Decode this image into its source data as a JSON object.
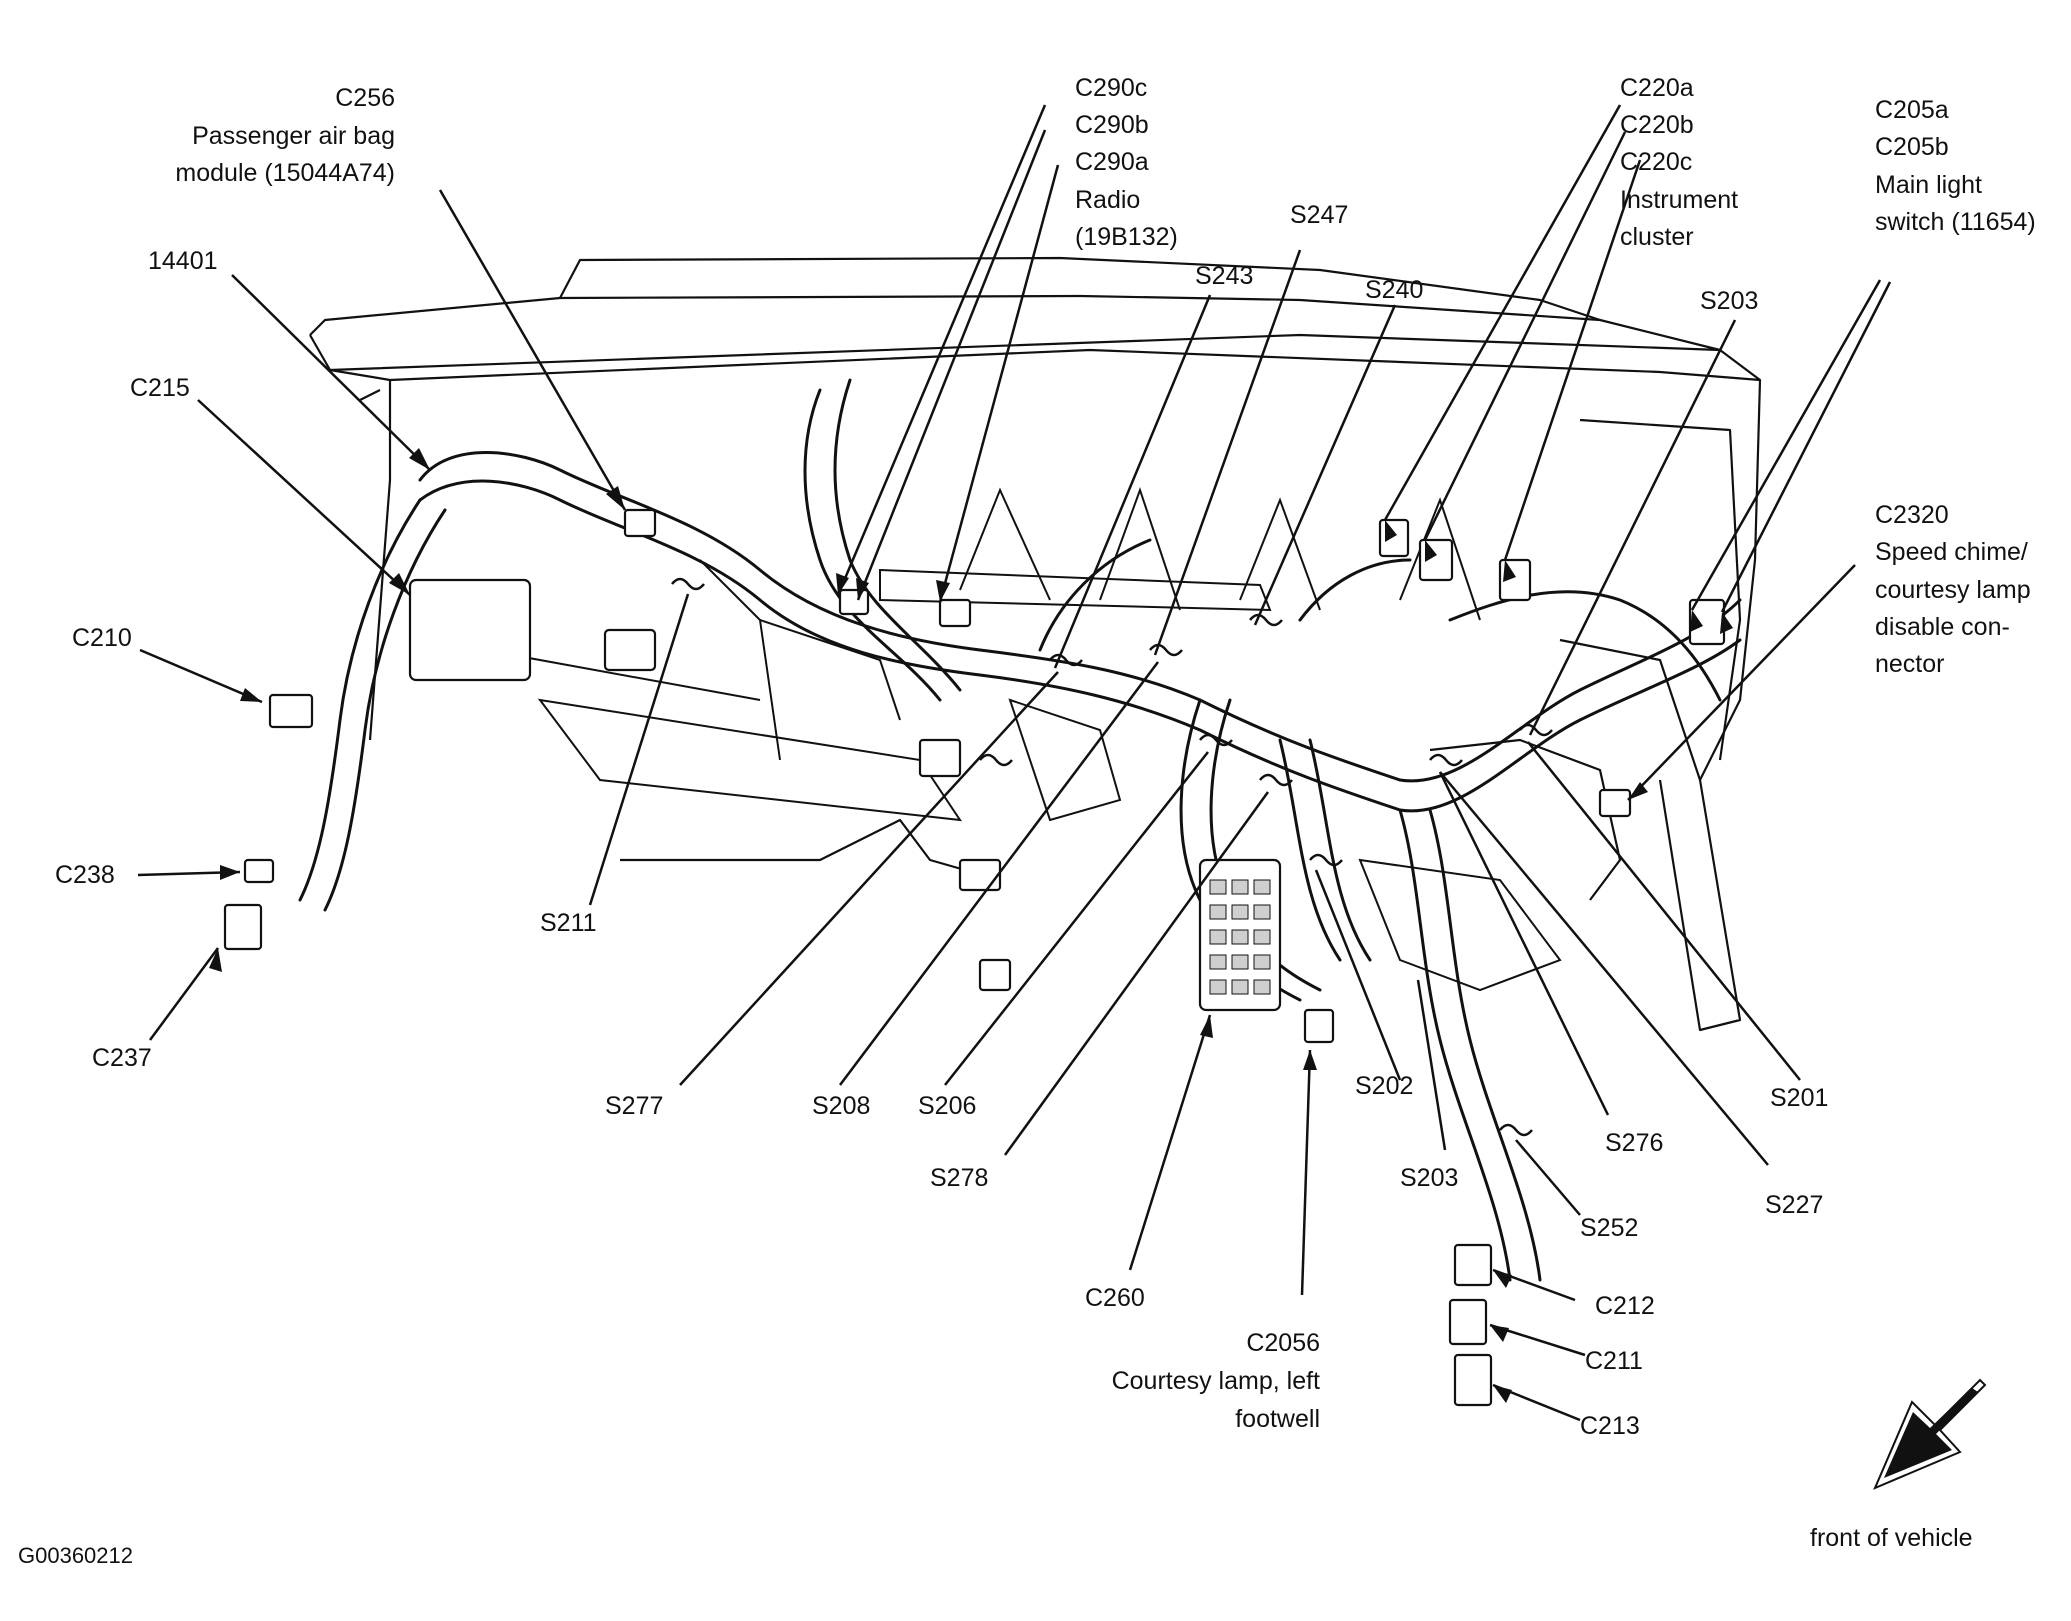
{
  "diagram": {
    "doc_code": "G00360212",
    "direction_label": "front of vehicle",
    "colors": {
      "ink": "#111111",
      "paper": "#ffffff",
      "shade": "#cfcfcf"
    },
    "labels": {
      "c256": "C256",
      "c256_desc1": "Passenger air bag",
      "c256_desc2": "module (15044A74)",
      "c14401": "14401",
      "c215": "C215",
      "c210": "C210",
      "c238": "C238",
      "c237": "C237",
      "c290c": "C290c",
      "c290b": "C290b",
      "c290a": "C290a",
      "radio": "Radio",
      "radio_part": "(19B132)",
      "s247": "S247",
      "s243": "S243",
      "s240": "S240",
      "c220a": "C220a",
      "c220b": "C220b",
      "c220c": "C220c",
      "instrument": "Instrument",
      "cluster": "cluster",
      "s203_top": "S203",
      "c205a": "C205a",
      "c205b": "C205b",
      "main_light": "Main light",
      "switch_part": "switch (11654)",
      "c2320": "C2320",
      "speed_chime": "Speed chime/",
      "courtesy_lamp": "courtesy lamp",
      "disable_con": "disable con-",
      "nector": "nector",
      "s211": "S211",
      "s277": "S277",
      "s208": "S208",
      "s206": "S206",
      "s278": "S278",
      "c260": "C260",
      "c2056": "C2056",
      "courtesy_left": "Courtesy lamp, left",
      "footwell": "footwell",
      "s202": "S202",
      "s203_bottom": "S203",
      "s276": "S276",
      "s201": "S201",
      "s227": "S227",
      "s252": "S252",
      "c212": "C212",
      "c211": "C211",
      "c213": "C213"
    }
  }
}
